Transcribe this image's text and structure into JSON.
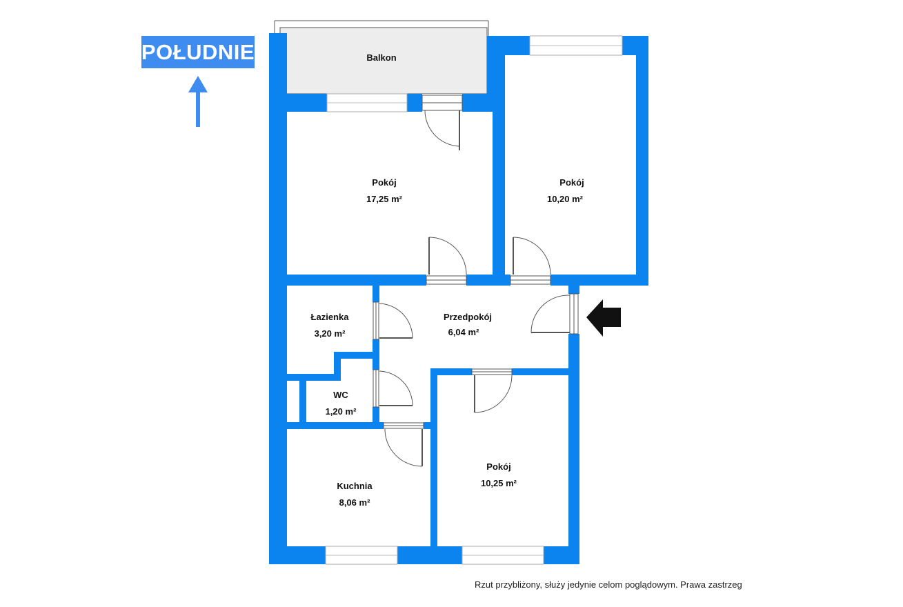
{
  "colors": {
    "wall": "#0b84f0",
    "balcony_fill": "#ededed",
    "window_fill": "#ffffff",
    "compass_bg": "#3f8cf0",
    "arrow": "#3f8cf0",
    "text": "#111111"
  },
  "compass": {
    "label": "POŁUDNIE",
    "arrow_icon": "arrow-up-icon"
  },
  "entrance": {
    "arrow_icon": "arrow-left-icon"
  },
  "rooms": {
    "balkon": {
      "name": "Balkon"
    },
    "pokoj_1": {
      "name": "Pokój",
      "area": "17,25 m²"
    },
    "pokoj_2": {
      "name": "Pokój",
      "area": "10,20 m²"
    },
    "lazienka": {
      "name": "Łazienka",
      "area": "3,20 m²"
    },
    "przedpokoj": {
      "name": "Przedpokój",
      "area": "6,04 m²"
    },
    "wc": {
      "name": "WC",
      "area": "1,20 m²"
    },
    "kuchnia": {
      "name": "Kuchnia",
      "area": "8,06 m²"
    },
    "pokoj_3": {
      "name": "Pokój",
      "area": "10,25 m²"
    }
  },
  "disclaimer": "Rzut przybliżony, służy jedynie celom poglądowym. Prawa zastrzega"
}
